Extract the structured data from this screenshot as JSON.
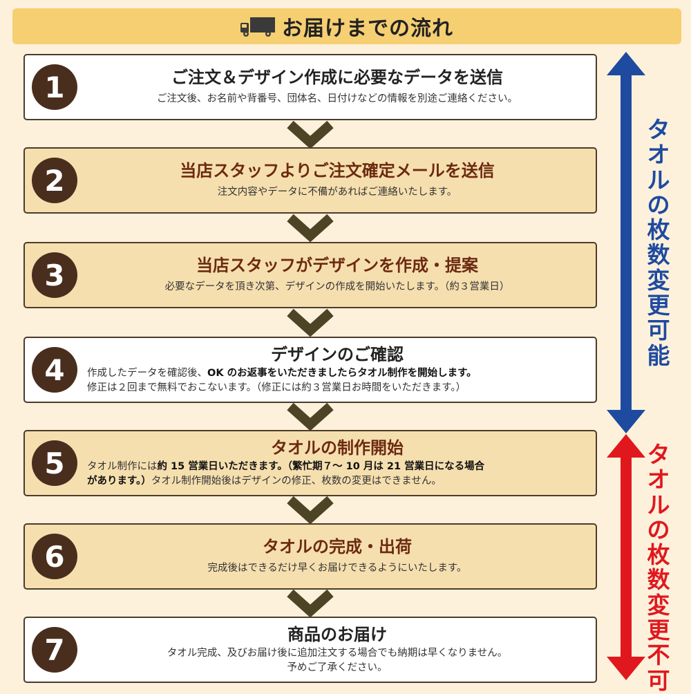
{
  "header": {
    "title": "お届けまでの流れ",
    "icon": "truck-icon"
  },
  "steps": [
    {
      "number": "1",
      "title": "ご注文＆デザイン作成に必要なデータを送信",
      "desc": "ご注文後、お名前や背番号、団体名、日付けなどの情報を別途ご連絡ください。"
    },
    {
      "number": "2",
      "title": "当店スタッフよりご注文確定メールを送信",
      "desc": "注文内容やデータに不備があればご連絡いたします。"
    },
    {
      "number": "3",
      "title": "当店スタッフがデザインを作成・提案",
      "desc": "必要なデータを頂き次第、デザインの作成を開始いたします。（約３営業日）"
    },
    {
      "number": "4",
      "title": "デザインのご確認",
      "desc_a": "作成したデータを確認後、",
      "desc_b": "OK のお返事をいただきましたらタオル制作を開始します。",
      "desc_c": "修正は２回まで無料でおこないます。（修正には約３営業日お時間をいただきます。）"
    },
    {
      "number": "5",
      "title": "タオルの制作開始",
      "desc_a": "タオル制作には",
      "desc_b": "約 15 営業日いただきます。（繁忙期７～ 10 月は 21 営業日になる場合",
      "desc_c": "があります。）",
      "desc_d": "タオル制作開始後はデザインの修正、枚数の変更はできません。"
    },
    {
      "number": "6",
      "title": "タオルの完成・出荷",
      "desc": "完成後はできるだけ早くお届けできるようにいたします。"
    },
    {
      "number": "7",
      "title": "商品のお届け",
      "desc_a": "タオル完成、及びお届け後に追加注文する場合でも納期は早くなりません。",
      "desc_b": "予めご了承ください。"
    }
  ],
  "side": {
    "changeable": [
      "タ",
      "オ",
      "ル",
      "の",
      "枚",
      "数",
      "変",
      "更",
      "可",
      "能"
    ],
    "unchangeable": [
      "タ",
      "オ",
      "ル",
      "の",
      "枚",
      "数",
      "変",
      "更",
      "不",
      "可"
    ]
  },
  "colors": {
    "background": "#fdf1dc",
    "header": "#f6cf72",
    "step_tan": "#f6dfaf",
    "number_circle": "#4a2e1d",
    "flow_arrow": "#4d4426",
    "blue_arrow": "#1e4aa0",
    "red_arrow": "#e0181e"
  }
}
